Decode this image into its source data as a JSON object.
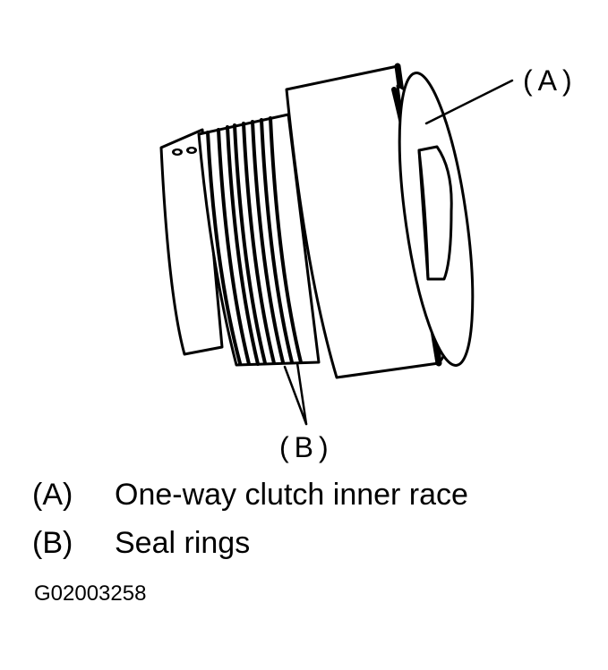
{
  "callouts": {
    "a": "(A)",
    "b": "(B)"
  },
  "legend": [
    {
      "key": "(A)",
      "text": "One-way clutch inner race"
    },
    {
      "key": "(B)",
      "text": "Seal rings"
    }
  ],
  "figure_code": "G02003258",
  "colors": {
    "ink": "#000000",
    "paper": "#ffffff"
  }
}
